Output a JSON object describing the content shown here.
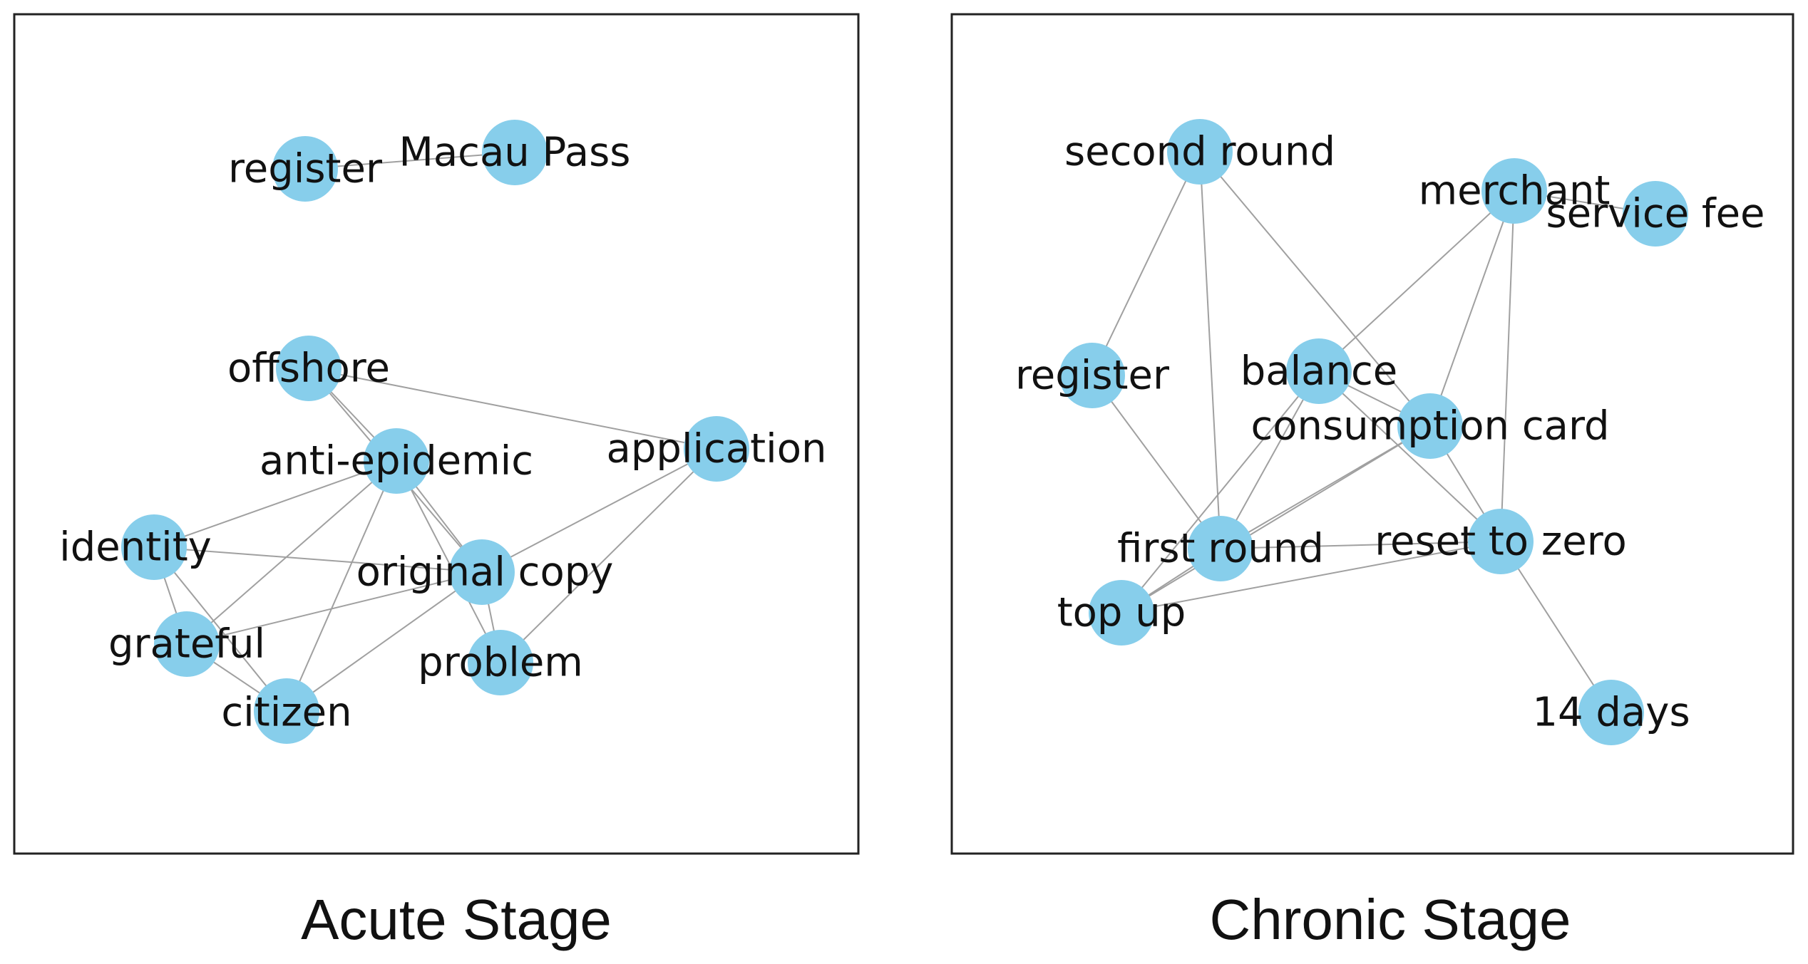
{
  "panels": [
    {
      "title": "Acute Stage",
      "nodes": [
        {
          "id": "register",
          "label": "register"
        },
        {
          "id": "macau_pass",
          "label": "Macau Pass"
        },
        {
          "id": "offshore",
          "label": "offshore"
        },
        {
          "id": "application",
          "label": "application"
        },
        {
          "id": "anti_epidemic",
          "label": "anti-epidemic"
        },
        {
          "id": "identity",
          "label": "identity"
        },
        {
          "id": "original_copy",
          "label": "original copy"
        },
        {
          "id": "grateful",
          "label": "grateful"
        },
        {
          "id": "problem",
          "label": "problem"
        },
        {
          "id": "citizen",
          "label": "citizen"
        }
      ],
      "edges": [
        [
          "register",
          "macau_pass"
        ],
        [
          "offshore",
          "application"
        ],
        [
          "offshore",
          "anti_epidemic"
        ],
        [
          "offshore",
          "original_copy"
        ],
        [
          "anti_epidemic",
          "identity"
        ],
        [
          "anti_epidemic",
          "original_copy"
        ],
        [
          "anti_epidemic",
          "grateful"
        ],
        [
          "anti_epidemic",
          "citizen"
        ],
        [
          "anti_epidemic",
          "problem"
        ],
        [
          "application",
          "original_copy"
        ],
        [
          "application",
          "problem"
        ],
        [
          "identity",
          "original_copy"
        ],
        [
          "identity",
          "grateful"
        ],
        [
          "identity",
          "citizen"
        ],
        [
          "grateful",
          "original_copy"
        ],
        [
          "grateful",
          "citizen"
        ],
        [
          "original_copy",
          "problem"
        ],
        [
          "original_copy",
          "citizen"
        ]
      ]
    },
    {
      "title": "Chronic Stage",
      "nodes": [
        {
          "id": "second_round",
          "label": "second round"
        },
        {
          "id": "merchant",
          "label": "merchant"
        },
        {
          "id": "service_fee",
          "label": "service fee"
        },
        {
          "id": "register",
          "label": "register"
        },
        {
          "id": "balance",
          "label": "balance"
        },
        {
          "id": "consumption_card",
          "label": "consumption card"
        },
        {
          "id": "first_round",
          "label": "first round"
        },
        {
          "id": "reset_to_zero",
          "label": "reset to zero"
        },
        {
          "id": "top_up",
          "label": "top up"
        },
        {
          "id": "fourteen_days",
          "label": "14 days"
        }
      ],
      "edges": [
        [
          "second_round",
          "register"
        ],
        [
          "second_round",
          "first_round"
        ],
        [
          "second_round",
          "consumption_card"
        ],
        [
          "merchant",
          "service_fee"
        ],
        [
          "merchant",
          "balance"
        ],
        [
          "merchant",
          "consumption_card"
        ],
        [
          "merchant",
          "reset_to_zero"
        ],
        [
          "register",
          "first_round"
        ],
        [
          "balance",
          "consumption_card"
        ],
        [
          "balance",
          "reset_to_zero"
        ],
        [
          "balance",
          "first_round"
        ],
        [
          "balance",
          "top_up"
        ],
        [
          "consumption_card",
          "first_round"
        ],
        [
          "consumption_card",
          "reset_to_zero"
        ],
        [
          "consumption_card",
          "top_up"
        ],
        [
          "first_round",
          "reset_to_zero"
        ],
        [
          "first_round",
          "top_up"
        ],
        [
          "reset_to_zero",
          "top_up"
        ],
        [
          "reset_to_zero",
          "fourteen_days"
        ]
      ]
    }
  ]
}
